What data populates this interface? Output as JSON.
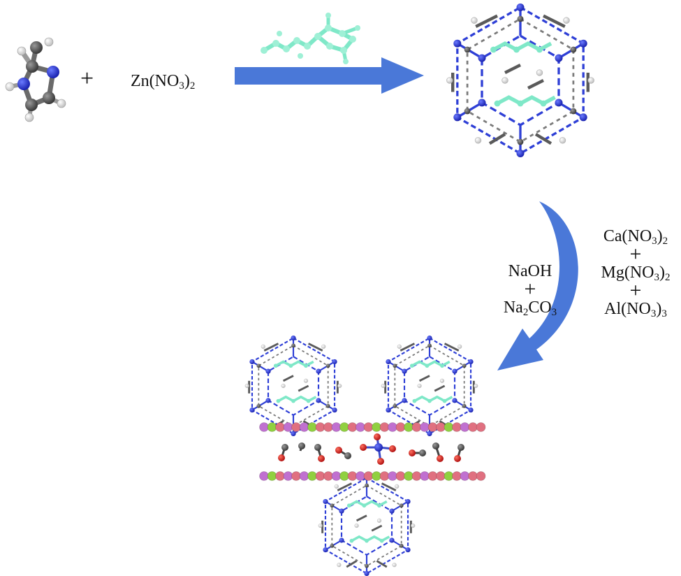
{
  "reactants": {
    "plus_symbol": "+",
    "zinc_salt": {
      "main": "Zn(NO",
      "sub1": "3",
      "close": ")",
      "sub2": "2"
    },
    "imidazole_molecule": "2-methylimidazole-icon",
    "guest_molecule": "guest-molecule-icon"
  },
  "base_reagents": {
    "line1": "NaOH",
    "plus": "+",
    "line2": {
      "main": "Na",
      "sub1": "2",
      "rest": "CO",
      "sub2": "3"
    }
  },
  "metal_reagents": {
    "line1": {
      "main": "Ca(NO",
      "sub1": "3",
      "close": ")",
      "sub2": "2"
    },
    "plus1": "+",
    "line2": {
      "main": "Mg(NO",
      "sub1": "3",
      "close": ")",
      "sub2": "2"
    },
    "plus2": "+",
    "line3": {
      "main": "Al(NO",
      "sub1": "3",
      "close": ")",
      "sub2": "3"
    }
  },
  "colors": {
    "arrow": "#4a78d8",
    "bond_blue": "#2e3fd6",
    "carbon_gray": "#5a5a5a",
    "hydrogen": "#d8d8d8",
    "guest_cyan": "#7fe8c8",
    "layer_pink": "#e07080",
    "layer_violet": "#c070d0",
    "layer_green": "#90d040",
    "oxygen_red": "#d02020"
  }
}
